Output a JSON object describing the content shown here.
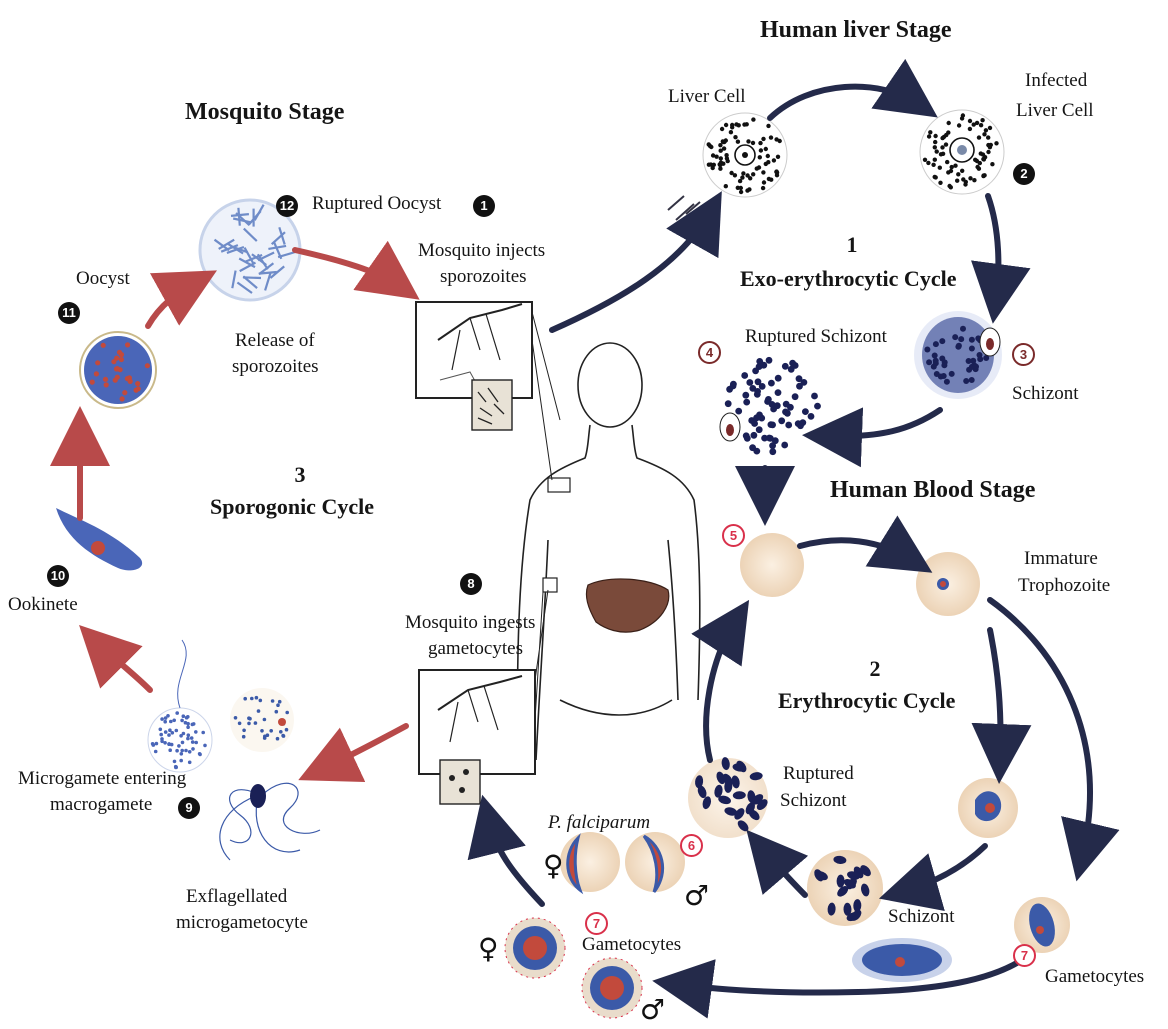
{
  "stages": {
    "mosquito": "Mosquito Stage",
    "liver": "Human liver Stage",
    "blood": "Human Blood Stage"
  },
  "cycles": {
    "exo_num": "1",
    "exo_name": "Exo-erythrocytic Cycle",
    "ery_num": "2",
    "ery_name": "Erythrocytic Cycle",
    "spo_num": "3",
    "spo_name": "Sporogonic Cycle"
  },
  "labels": {
    "liver_cell": "Liver Cell",
    "infected_1": "Infected",
    "infected_2": "Liver Cell",
    "ruptured_oocyst": "Ruptured Oocyst",
    "injects_1": "Mosquito injects",
    "injects_2": "sporozoites",
    "oocyst": "Oocyst",
    "release_1": "Release of",
    "release_2": "sporozoites",
    "ruptured_schizont_liver": "Ruptured Schizont",
    "schizont_liver": "Schizont",
    "immature_1": "Immature",
    "immature_2": "Trophozoite",
    "ookinete": "Ookinete",
    "ingests_1": "Mosquito ingests",
    "ingests_2": "gametocytes",
    "micro_1": "Microgamete entering",
    "micro_2": "macrogamete",
    "ruptured_schizont_blood_1": "Ruptured",
    "ruptured_schizont_blood_2": "Schizont",
    "pfalciparum": "P. falciparum",
    "schizont_blood": "Schizont",
    "exfl_1": "Exflagellated",
    "exfl_2": "microgametocyte",
    "gametocytes_center": "Gametocytes",
    "gametocytes_right": "Gametocytes",
    "female": "♀",
    "male": "♂"
  },
  "steps": [
    "1",
    "2",
    "3",
    "4",
    "5",
    "6",
    "7",
    "7",
    "8",
    "9",
    "10",
    "11",
    "12"
  ],
  "colors": {
    "mosquito_arrow": "#b84a4a",
    "human_arrow": "#242a4a",
    "rbc": "#f2dfc7",
    "parasite_blue": "#3b5aa8",
    "parasite_red": "#c24a3c",
    "liver_organ": "#7a4a3a"
  }
}
